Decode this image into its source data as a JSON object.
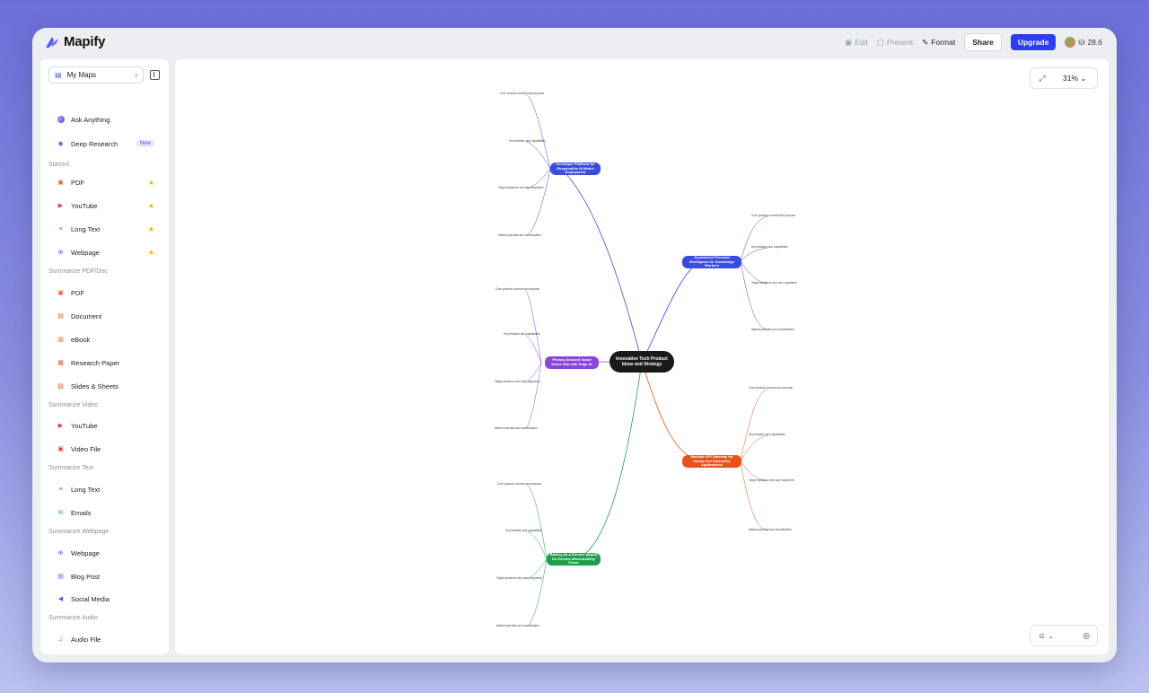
{
  "app": {
    "name": "Mapify"
  },
  "toolbar": {
    "edit_label": "Edit",
    "present_label": "Present",
    "format_label": "Format",
    "share_label": "Share",
    "upgrade_label": "Upgrade",
    "credits": "28.6"
  },
  "sidebar": {
    "my_maps_label": "My Maps",
    "top_items": [
      {
        "label": "Ask Anything",
        "icon": "ask-icon"
      },
      {
        "label": "Deep Research",
        "icon": "research-icon",
        "badge": "New"
      }
    ],
    "sections": [
      {
        "title": "Starred",
        "items": [
          {
            "label": "PDF",
            "icon": "pdf-icon",
            "starred": true
          },
          {
            "label": "YouTube",
            "icon": "youtube-icon",
            "starred": true
          },
          {
            "label": "Long Text",
            "icon": "text-icon",
            "starred": true
          },
          {
            "label": "Webpage",
            "icon": "web-icon",
            "starred": true
          }
        ]
      },
      {
        "title": "Summarize PDF/Doc",
        "items": [
          {
            "label": "PDF",
            "icon": "pdf-icon"
          },
          {
            "label": "Document",
            "icon": "doc-icon"
          },
          {
            "label": "eBook",
            "icon": "ebook-icon"
          },
          {
            "label": "Research Paper",
            "icon": "paper-icon"
          },
          {
            "label": "Slides & Sheets",
            "icon": "slides-icon"
          }
        ]
      },
      {
        "title": "Summarize Video",
        "items": [
          {
            "label": "YouTube",
            "icon": "youtube-icon"
          },
          {
            "label": "Video File",
            "icon": "video-icon"
          }
        ]
      },
      {
        "title": "Summarize Text",
        "items": [
          {
            "label": "Long Text",
            "icon": "text-icon"
          },
          {
            "label": "Emails",
            "icon": "email-icon"
          }
        ]
      },
      {
        "title": "Summarize Webpage",
        "items": [
          {
            "label": "Webpage",
            "icon": "web-icon"
          },
          {
            "label": "Blog Post",
            "icon": "blog-icon"
          },
          {
            "label": "Social Media",
            "icon": "social-icon"
          }
        ]
      },
      {
        "title": "Summarize Audio",
        "items": [
          {
            "label": "Audio File",
            "icon": "audio-icon"
          }
        ]
      }
    ]
  },
  "canvas": {
    "zoom": "31%",
    "center_title": "Innovative Tech Product Ideas and Strategy",
    "branches": [
      {
        "title": "Developer Platform for Responsible AI Model Deployment",
        "color": "#3b4be0"
      },
      {
        "title": "AI-powered Personal Workspace for Knowledge Workers",
        "color": "#3b4be0"
      },
      {
        "title": "Privacy-focused Smart Home Hub with Edge AI",
        "color": "#8a45d9"
      },
      {
        "title": "Modular API Gateway for Hands-free Enterprise Applications",
        "color": "#e8521a"
      },
      {
        "title": "Battery-as-a-Service (BaaS) for Electric Micromobility Fleets",
        "color": "#1e9e4a"
      }
    ],
    "sub_labels": {
      "s1": "Core product concept and purpose",
      "s2": "Key features and capabilities",
      "s3": "Target audience and user segments",
      "s4": "Market potential and monetization"
    }
  }
}
